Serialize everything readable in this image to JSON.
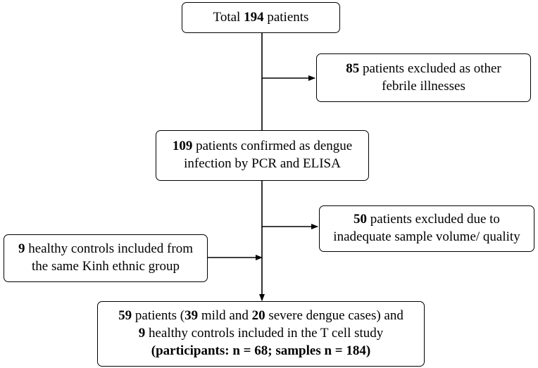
{
  "boxes": {
    "total": {
      "pre": "Total ",
      "num": "194",
      "post": " patients"
    },
    "excluded_other": {
      "num": "85",
      "line1_post": " patients excluded as other",
      "line2": "febrile illnesses"
    },
    "confirmed": {
      "num": "109",
      "line1_post": " patients confirmed as dengue",
      "line2": "infection by PCR and ELISA"
    },
    "excluded_sample": {
      "num": "50",
      "line1_post": " patients excluded due to",
      "line2": "inadequate sample volume/ quality"
    },
    "healthy": {
      "num": "9",
      "line1_post": " healthy controls included from",
      "line2": "the same Kinh ethnic group"
    },
    "final": {
      "num_patients": "59",
      "t1": " patients (",
      "num_mild": "39",
      "t2": " mild and ",
      "num_severe": "20",
      "t3": " severe dengue cases) and",
      "num_controls": "9",
      "t4": " healthy controls included in the T cell study",
      "line3": "(participants: n = 68; samples n = 184)"
    }
  }
}
